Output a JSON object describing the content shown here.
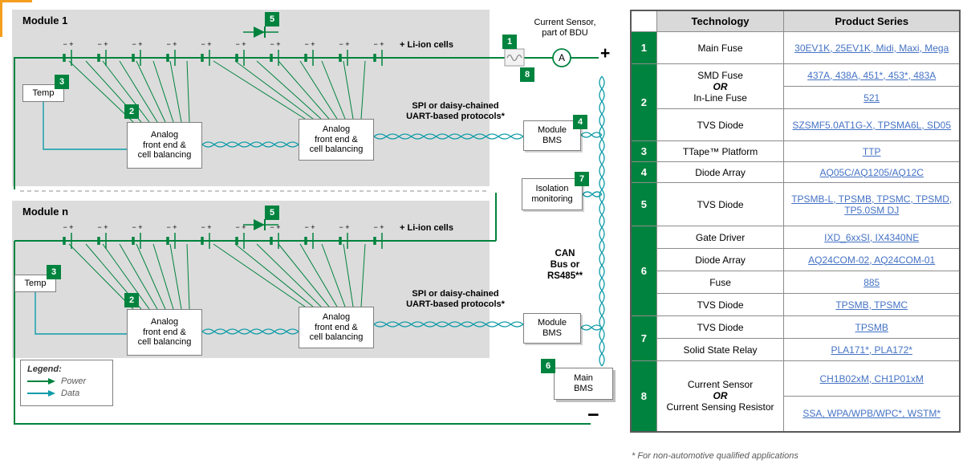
{
  "colors": {
    "power": "#00833E",
    "data": "#0E9CA8",
    "badge_bg": "#00833E",
    "module_bg": "#DCDCDC",
    "link": "#4472C4",
    "table_header_bg": "#D9D9D9",
    "number_cell_bg": "#00833E",
    "accent_orange": "#F59E1D"
  },
  "diagram": {
    "module1_title": "Module 1",
    "modulen_title": "Module n",
    "li_ion_label": "+ Li-ion cells",
    "cell_polarity": "−  +",
    "temp_label": "Temp",
    "afe_label": "Analog\nfront end &\ncell balancing",
    "spi_label": "SPI or daisy-chained\nUART-based protocols*",
    "module_bms_label": "Module\nBMS",
    "isolation_label": "Isolation\nmonitoring",
    "main_bms_label": "Main\nBMS",
    "current_sensor_label": "Current Sensor,\npart of BDU",
    "can_label": "CAN\nBus or\nRS485**",
    "ammeter_letter": "A",
    "plus": "+",
    "minus": "−",
    "badges": [
      "1",
      "2",
      "3",
      "4",
      "5",
      "6",
      "7",
      "8"
    ],
    "legend": {
      "title": "Legend:",
      "power": "Power",
      "data": "Data"
    }
  },
  "table": {
    "headers": {
      "technology": "Technology",
      "product_series": "Product Series"
    },
    "rows": {
      "r1": {
        "num": "1",
        "tech": "Main Fuse",
        "products": "30EV1K, 25EV1K, Midi, Maxi, Mega"
      },
      "r2": {
        "num": "2",
        "tech_line1": "SMD Fuse",
        "tech_or": "OR",
        "tech_line2": "In-Line Fuse",
        "products_a": "437A, 438A, 451*, 453*, 483A",
        "products_b": "521",
        "tech2": "TVS Diode",
        "products_c": "SZSMF5.0AT1G-X, TPSMA6L, SD05"
      },
      "r3": {
        "num": "3",
        "tech": "TTape™ Platform",
        "products": "TTP"
      },
      "r4": {
        "num": "4",
        "tech": "Diode Array",
        "products": "AQ05C/AQ1205/AQ12C"
      },
      "r5": {
        "num": "5",
        "tech": "TVS Diode",
        "products": "TPSMB-L, TPSMB, TPSMC, TPSMD, TP5.0SM DJ"
      },
      "r6": {
        "num": "6",
        "rows": [
          {
            "tech": "Gate Driver",
            "products": "IXD_6xxSI, IX4340NE"
          },
          {
            "tech": "Diode Array",
            "products": "AQ24COM-02, AQ24COM-01"
          },
          {
            "tech": "Fuse",
            "products": "885"
          },
          {
            "tech": "TVS Diode",
            "products": "TPSMB, TPSMC"
          }
        ]
      },
      "r7": {
        "num": "7",
        "rows": [
          {
            "tech": "TVS Diode",
            "products": "TPSMB"
          },
          {
            "tech": "Solid State Relay",
            "products": "PLA171*, PLA172*"
          }
        ]
      },
      "r8": {
        "num": "8",
        "tech_line1": "Current Sensor",
        "tech_or": "OR",
        "tech_line2": "Current Sensing Resistor",
        "products_a": "CH1B02xM, CH1P01xM",
        "products_b": "SSA, WPA/WPB/WPC*, WSTM*"
      }
    },
    "footnote": "* For non-automotive qualified applications"
  }
}
